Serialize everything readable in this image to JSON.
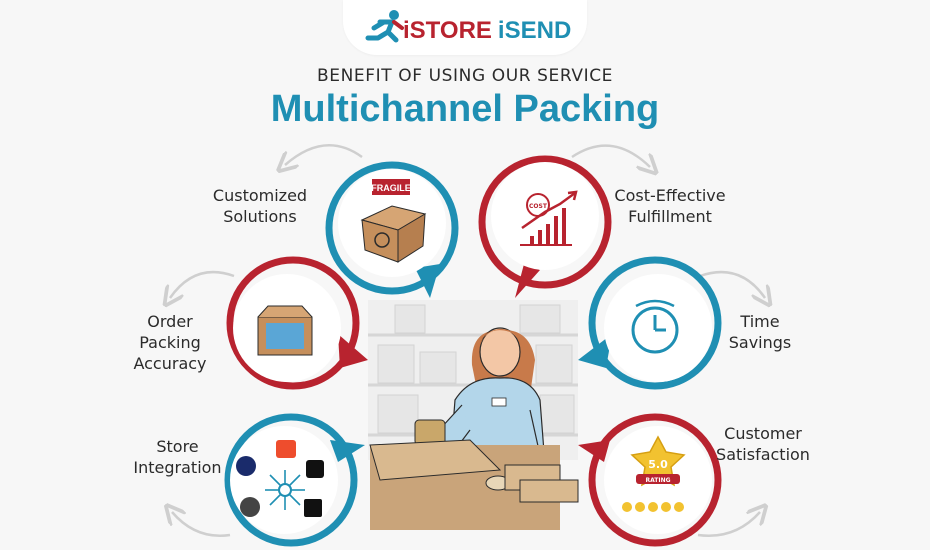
{
  "logo": {
    "part1": "iSTORE",
    "part2": "iSEND"
  },
  "subtitle": "BENEFIT OF USING OUR SERVICE",
  "title": "Multichannel Packing",
  "benefits": {
    "customized": [
      "Customized",
      "Solutions"
    ],
    "cost": [
      "Cost-Effective",
      "Fulfillment"
    ],
    "accuracy": [
      "Order",
      "Packing",
      "Accuracy"
    ],
    "time": [
      "Time",
      "Savings"
    ],
    "store": [
      "Store",
      "Integration"
    ],
    "satisfaction": [
      "Customer",
      "Satisfaction"
    ]
  },
  "icons": {
    "fragile_label": "FRAGILE",
    "cost_label": "COST",
    "rating_value": "5.0",
    "rating_label": "RATING"
  },
  "colors": {
    "blue": "#1f8fb3",
    "red": "#b8232f",
    "dark": "#2b2b2b",
    "background": "#f7f7f7"
  }
}
